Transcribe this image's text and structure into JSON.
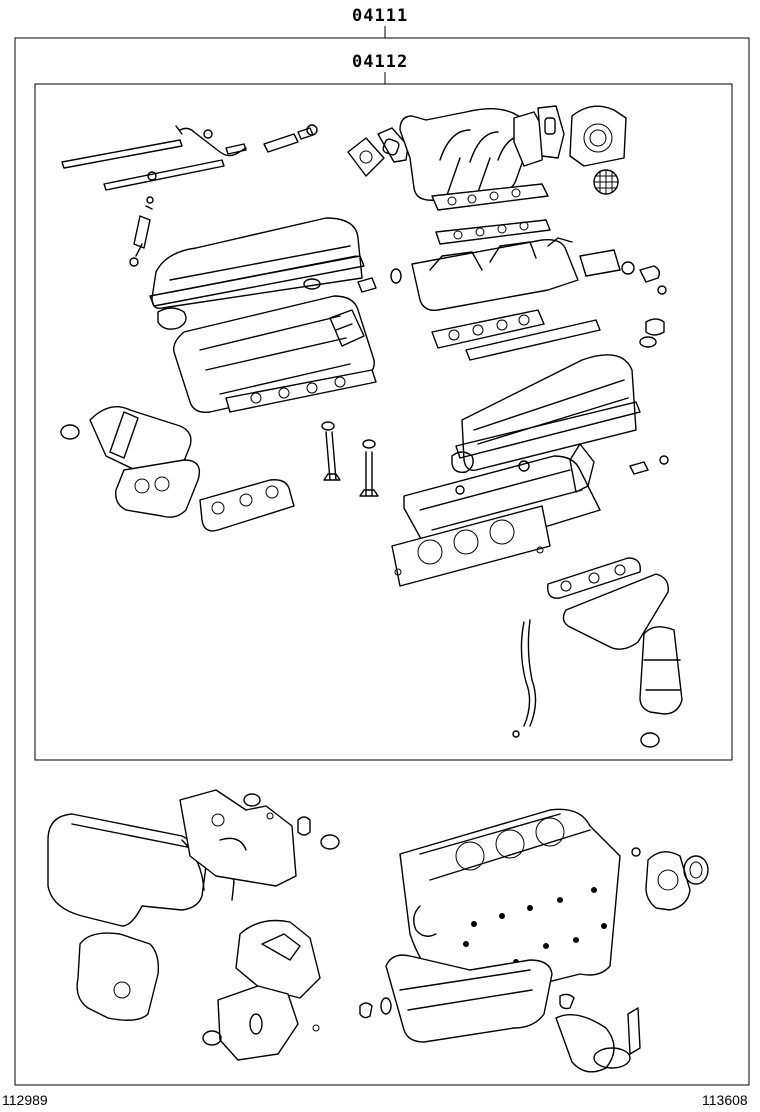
{
  "labels": {
    "outer_kit": "04111",
    "inner_kit": "04112"
  },
  "footer": {
    "left_code": "112989",
    "right_code": "113608"
  }
}
